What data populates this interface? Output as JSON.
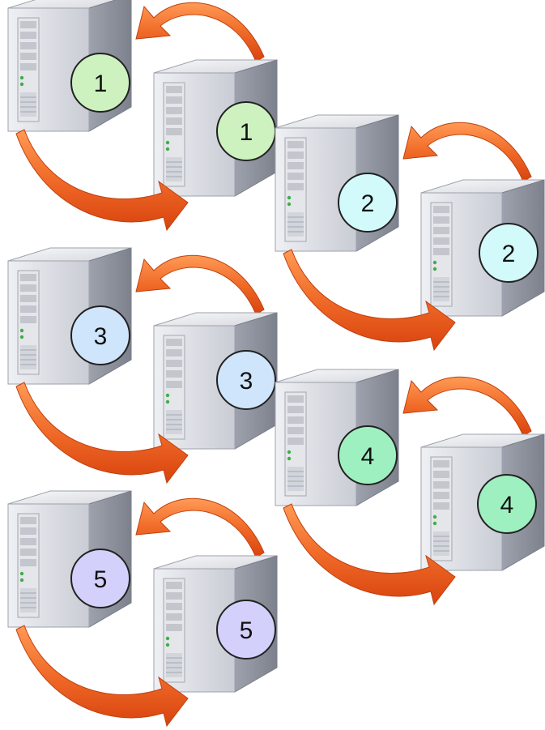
{
  "colors": {
    "pair_1": "#cdf2c0",
    "pair_2": "#d2fafb",
    "pair_3": "#cfe5fb",
    "pair_4": "#9ff0c1",
    "pair_5": "#d3d1fb",
    "arrow": "#f06a28",
    "server_body": "#c9cbd3"
  },
  "pairs": [
    {
      "number": "1",
      "label_a": "1",
      "label_b": "1"
    },
    {
      "number": "2",
      "label_a": "2",
      "label_b": "2"
    },
    {
      "number": "3",
      "label_a": "3",
      "label_b": "3"
    },
    {
      "number": "4",
      "label_a": "4",
      "label_b": "4"
    },
    {
      "number": "5",
      "label_a": "5",
      "label_b": "5"
    }
  ]
}
